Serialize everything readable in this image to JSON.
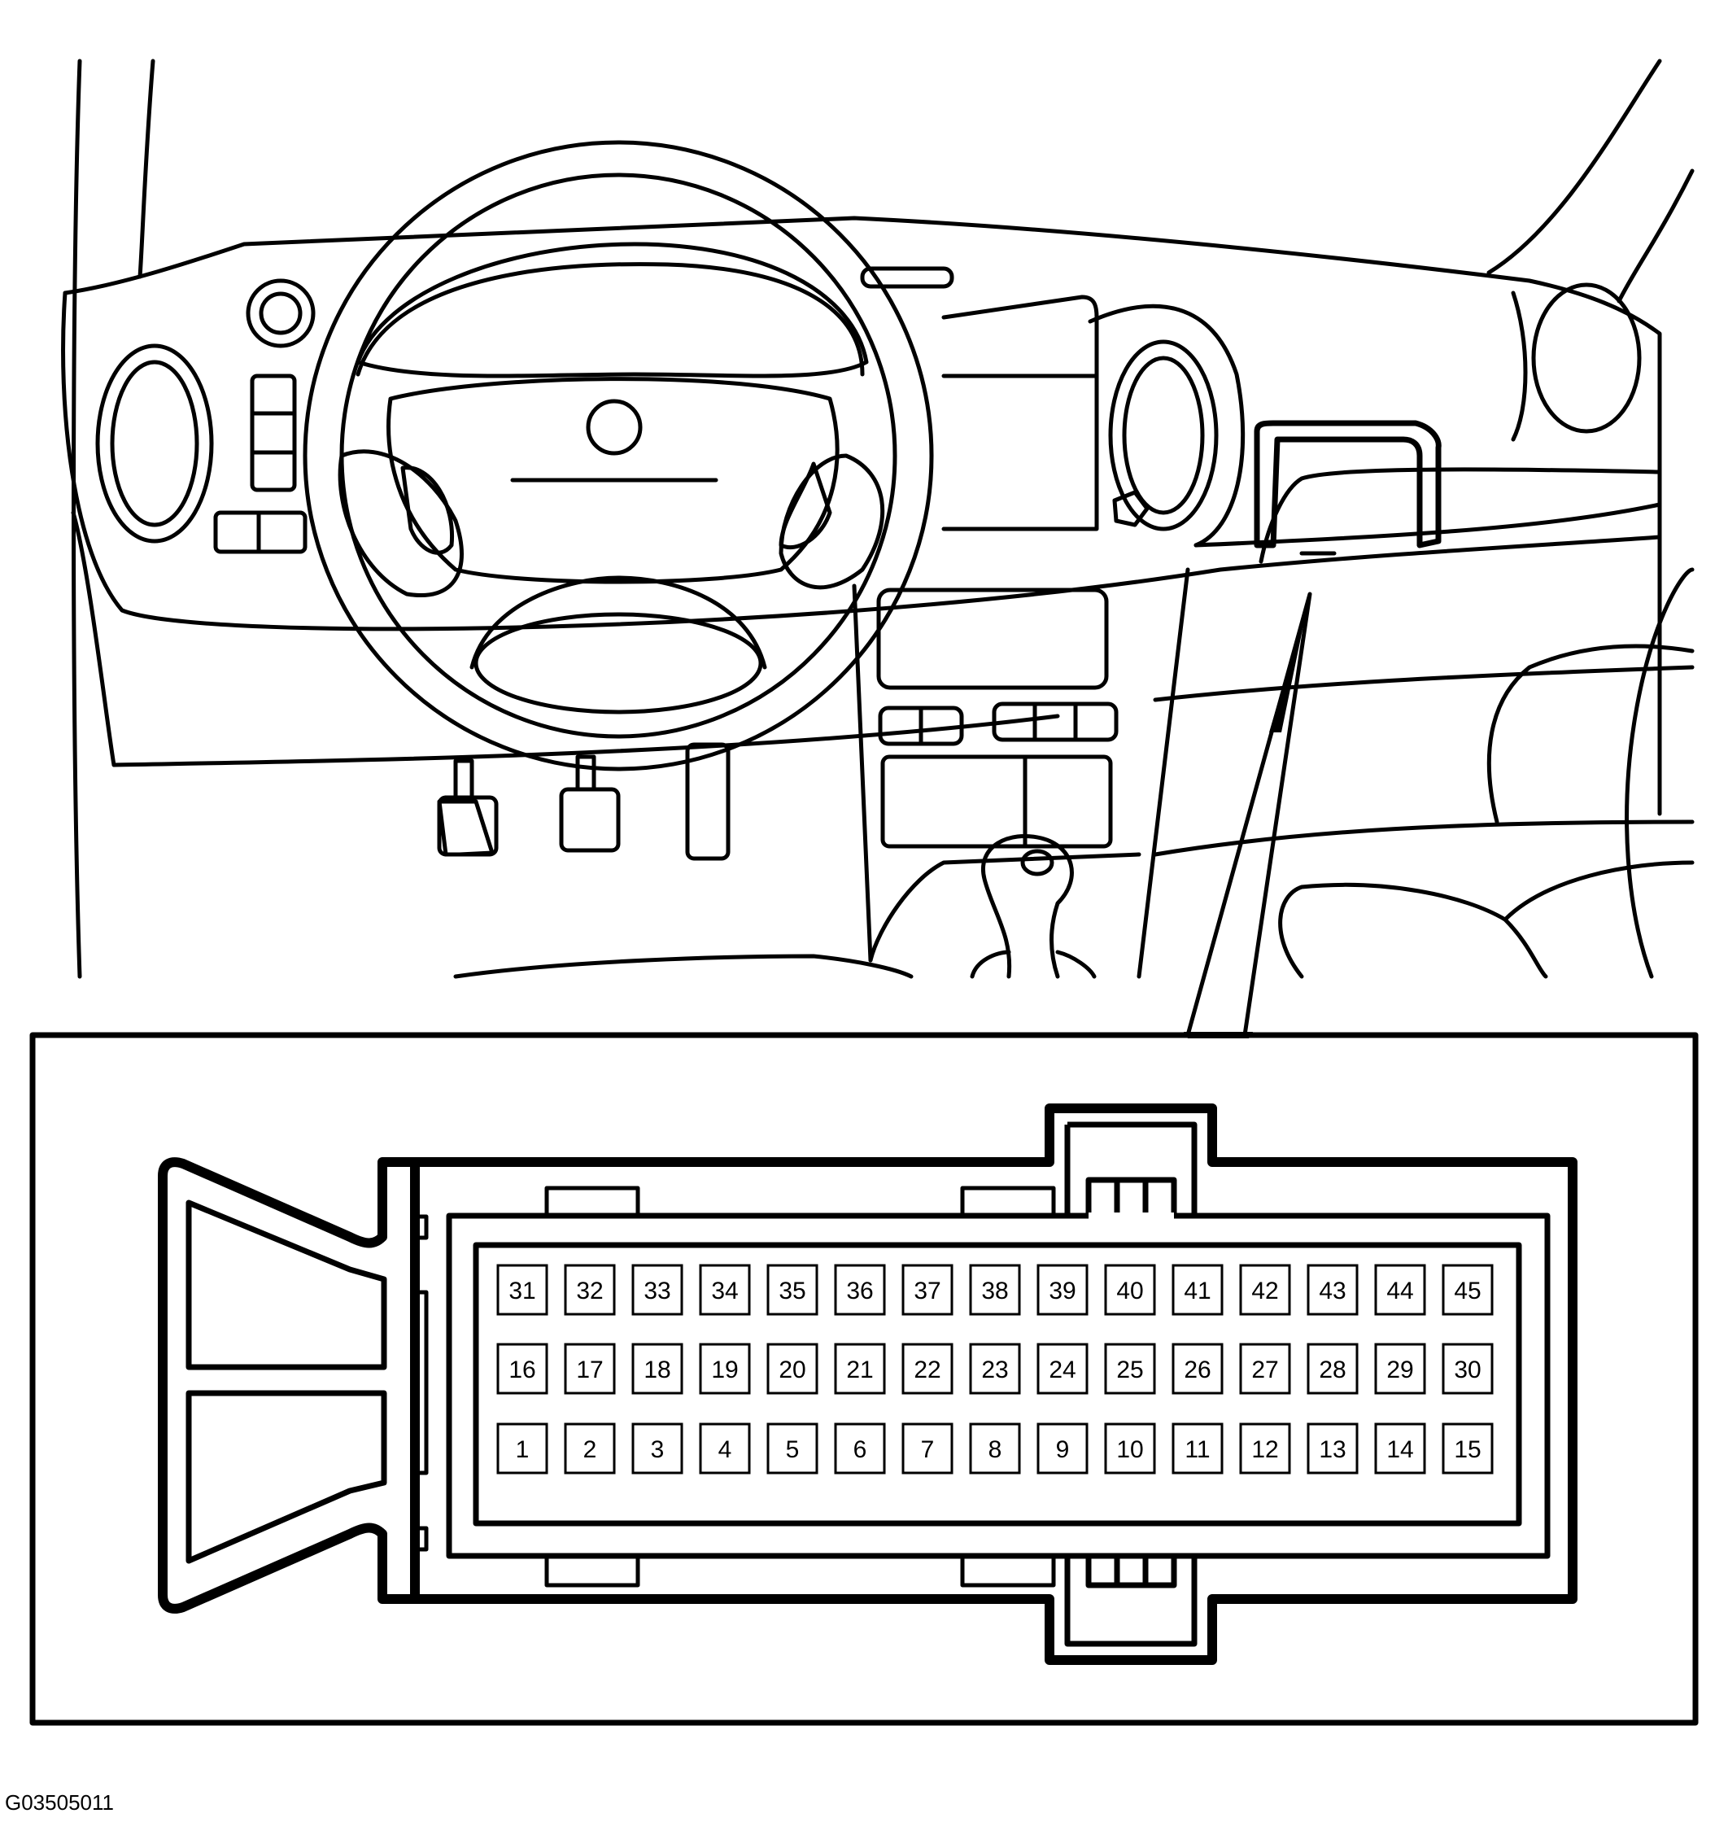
{
  "figure_code": "G03505011",
  "connector": {
    "rows": [
      [
        "31",
        "32",
        "33",
        "34",
        "35",
        "36",
        "37",
        "38",
        "39",
        "40",
        "41",
        "42",
        "43",
        "44",
        "45"
      ],
      [
        "16",
        "17",
        "18",
        "19",
        "20",
        "21",
        "22",
        "23",
        "24",
        "25",
        "26",
        "27",
        "28",
        "29",
        "30"
      ],
      [
        "1",
        "2",
        "3",
        "4",
        "5",
        "6",
        "7",
        "8",
        "9",
        "10",
        "11",
        "12",
        "13",
        "14",
        "15"
      ]
    ]
  },
  "colors": {
    "line": "#000000",
    "background": "#ffffff"
  }
}
